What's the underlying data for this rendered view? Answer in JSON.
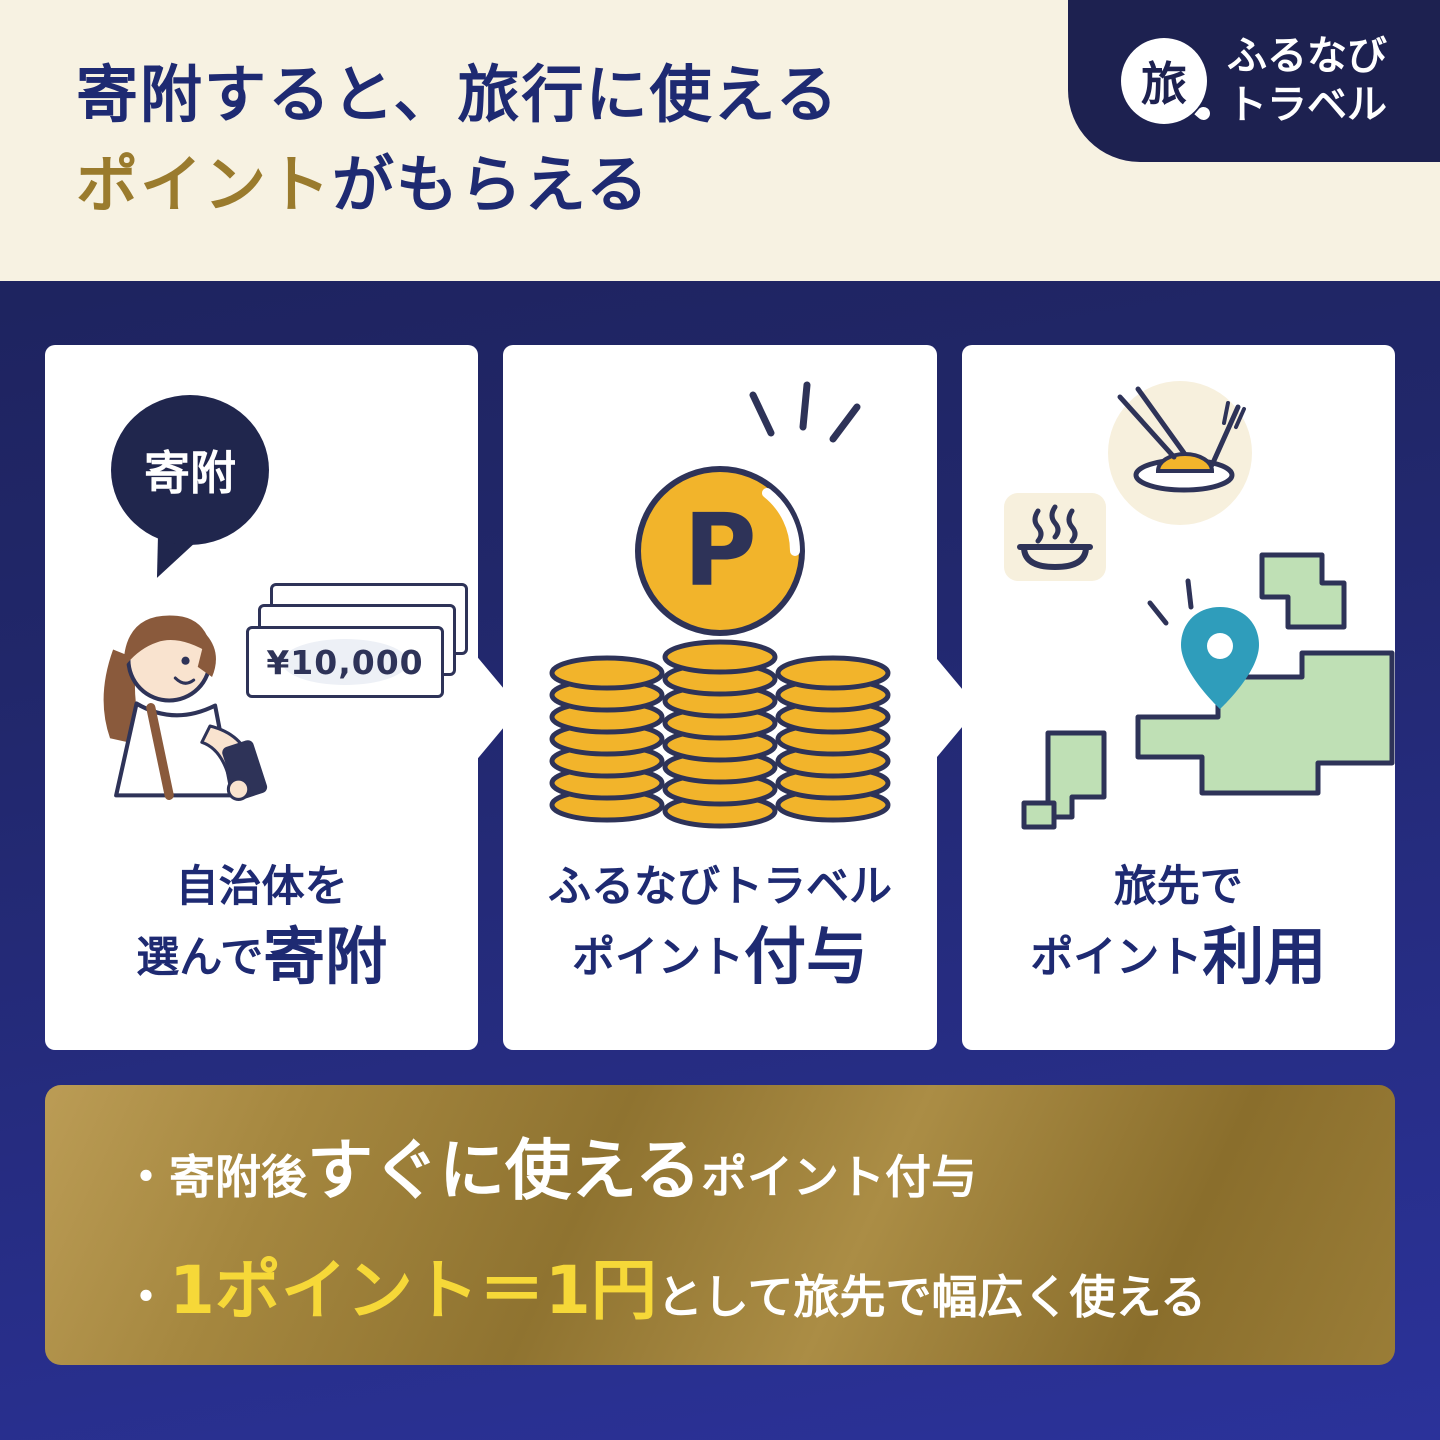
{
  "colors": {
    "navy": "#1e2a72",
    "dark_navy": "#20264d",
    "gold_accent": "#9a7b2d",
    "coin_gold": "#f2b42b",
    "cream": "#f7f2e2",
    "map_green": "#bfe0b5",
    "pin_teal": "#2f9dbb",
    "highlight_yellow": "#f6d838",
    "body_blue": "#232a7e"
  },
  "header": {
    "line1": "寄附すると、旅行に使える",
    "line2_accent": "ポイント",
    "line2_rest": "がもらえる"
  },
  "logo": {
    "emblem": "旅",
    "name_top": "ふるなび",
    "name_bottom": "トラベル"
  },
  "steps": [
    {
      "bubble_label": "寄附",
      "banknote_value": "¥10,000",
      "caption_top": "自治体を",
      "caption_pre": "選んで",
      "caption_em": "寄附"
    },
    {
      "coin_letter": "P",
      "caption_top": "ふるなびトラベル",
      "caption_pre": "ポイント",
      "caption_em": "付与"
    },
    {
      "caption_top": "旅先で",
      "caption_pre": "ポイント",
      "caption_em": "利用"
    }
  ],
  "footer": {
    "b1_pre": "・寄附後",
    "b1_em": "すぐに使える",
    "b1_post": "ポイント付与",
    "b2_pre": "・",
    "b2_em": "1ポイント＝1円",
    "b2_post": "として旅先で幅広く使える"
  }
}
